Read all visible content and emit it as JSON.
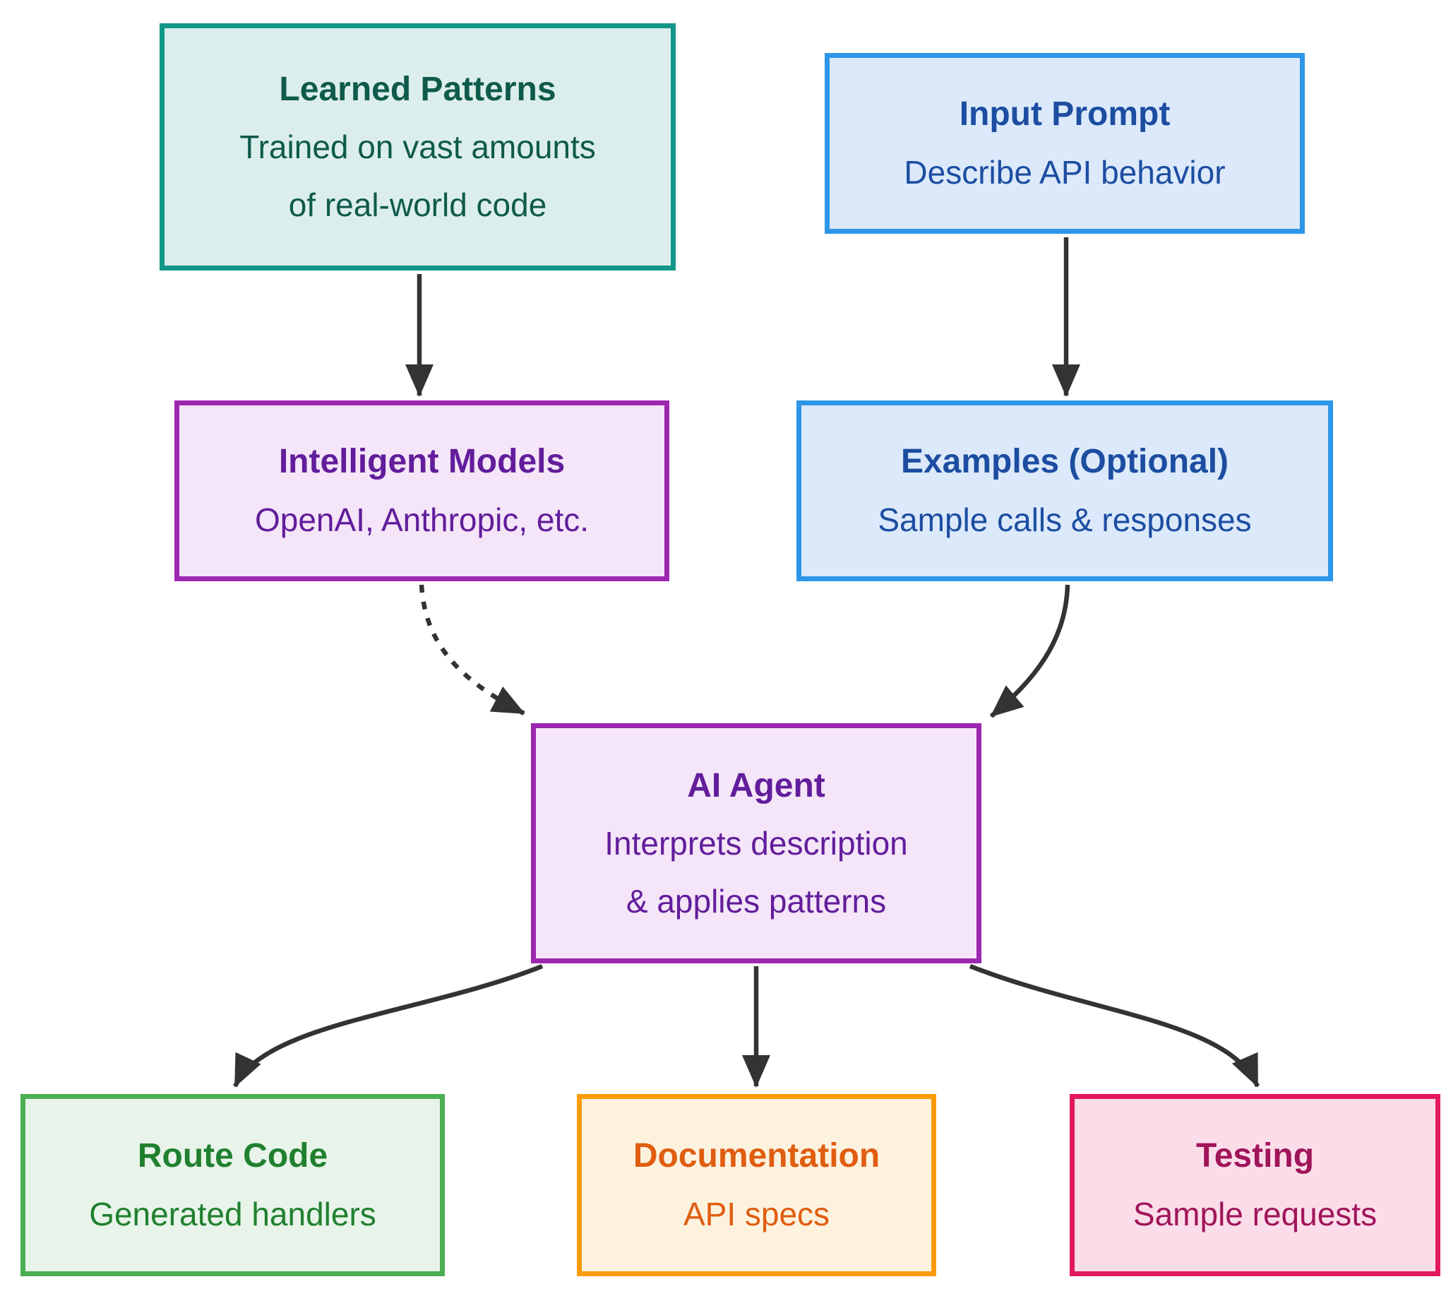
{
  "diagram": {
    "background": "#ffffff",
    "arrow_color": "#333333"
  },
  "nodes": {
    "learned_patterns": {
      "title": "Learned Patterns",
      "line1": "Trained on vast amounts",
      "line2": "of real-world code",
      "colors": {
        "border": "#11968a",
        "fill": "#dceeec",
        "text": "#0e5a4b"
      }
    },
    "input_prompt": {
      "title": "Input Prompt",
      "line1": "Describe API behavior",
      "colors": {
        "border": "#2e96e8",
        "fill": "#dbe9fa",
        "text": "#1c4da1"
      }
    },
    "intelligent_models": {
      "title": "Intelligent Models",
      "line1": "OpenAI, Anthropic, etc.",
      "colors": {
        "border": "#9c27b0",
        "fill": "#f5e5f8",
        "text": "#611d9b"
      }
    },
    "examples": {
      "title": "Examples (Optional)",
      "line1": "Sample calls & responses",
      "colors": {
        "border": "#2e96e8",
        "fill": "#dbe9fa",
        "text": "#1c4da1"
      }
    },
    "ai_agent": {
      "title": "AI Agent",
      "line1": "Interprets description",
      "line2": "& applies patterns",
      "colors": {
        "border": "#9c27b0",
        "fill": "#f5e5f8",
        "text": "#611d9b"
      }
    },
    "route_code": {
      "title": "Route Code",
      "line1": "Generated handlers",
      "colors": {
        "border": "#4cae52",
        "fill": "#e8f4e9",
        "text": "#20802f"
      }
    },
    "documentation": {
      "title": "Documentation",
      "line1": "API specs",
      "colors": {
        "border": "#f99b08",
        "fill": "#fdf2de",
        "text": "#e05d10"
      }
    },
    "testing": {
      "title": "Testing",
      "line1": "Sample requests",
      "colors": {
        "border": "#e2195e",
        "fill": "#fbdde9",
        "text": "#a0145a"
      }
    }
  },
  "edges": [
    {
      "from": "learned_patterns",
      "to": "intelligent_models",
      "style": "solid"
    },
    {
      "from": "input_prompt",
      "to": "examples",
      "style": "solid"
    },
    {
      "from": "intelligent_models",
      "to": "ai_agent",
      "style": "dashed"
    },
    {
      "from": "examples",
      "to": "ai_agent",
      "style": "solid"
    },
    {
      "from": "ai_agent",
      "to": "route_code",
      "style": "solid"
    },
    {
      "from": "ai_agent",
      "to": "documentation",
      "style": "solid"
    },
    {
      "from": "ai_agent",
      "to": "testing",
      "style": "solid"
    }
  ]
}
